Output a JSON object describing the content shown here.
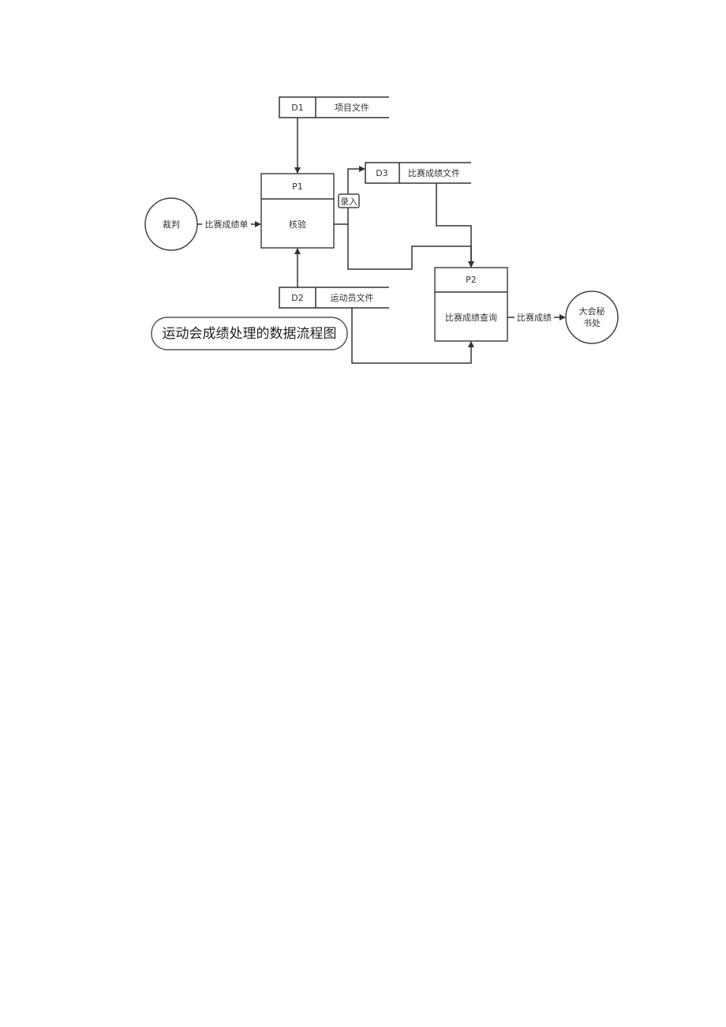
{
  "title": "运动会成绩处理的数据流程图",
  "stores": {
    "d1": {
      "id": "D1",
      "name": "项目文件"
    },
    "d2": {
      "id": "D2",
      "name": "运动员文件"
    },
    "d3": {
      "id": "D3",
      "name": "比赛成绩文件"
    }
  },
  "processes": {
    "p1": {
      "id": "P1",
      "name": "核验"
    },
    "p2": {
      "id": "P2",
      "name": "比赛成绩查询"
    }
  },
  "entities": {
    "referee": {
      "name": "裁判"
    },
    "secretariat": {
      "line1": "大会秘",
      "line2": "书处"
    }
  },
  "flows": {
    "score_sheet": "比赛成绩单",
    "record": "录入",
    "scores": "比赛成绩"
  }
}
